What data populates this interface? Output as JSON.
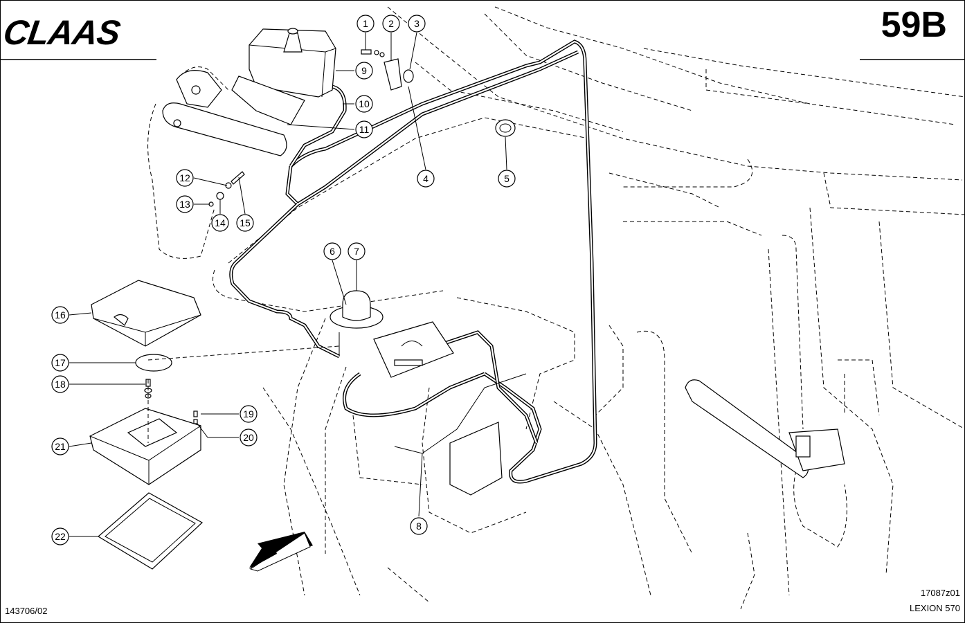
{
  "header": {
    "brand": "CLAAS",
    "page_code": "59B"
  },
  "footer": {
    "doc_number": "143706/02",
    "drawing_id": "17087z01",
    "model": "LEXION 570"
  },
  "callouts": [
    "1",
    "2",
    "3",
    "4",
    "5",
    "6",
    "7",
    "8",
    "9",
    "10",
    "11",
    "12",
    "13",
    "14",
    "15",
    "16",
    "17",
    "18",
    "19",
    "20",
    "21",
    "22"
  ]
}
